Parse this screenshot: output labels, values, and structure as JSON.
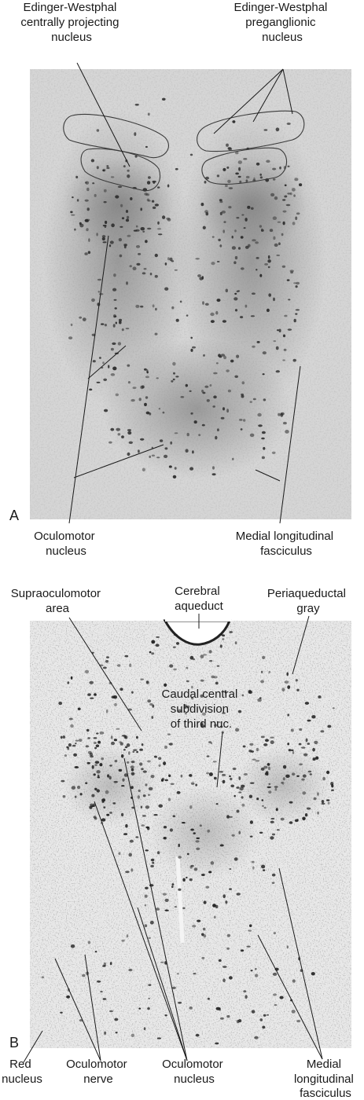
{
  "panel_a": {
    "letter": "A",
    "labels": {
      "ew_central": [
        "Edinger-Westphal",
        "centrally projecting",
        "nucleus"
      ],
      "ew_pregang": [
        "Edinger-Westphal",
        "preganglionic",
        "nucleus"
      ],
      "oculomotor": [
        "Oculomotor",
        "nucleus"
      ],
      "mlf": [
        "Medial longitudinal",
        "fasciculus"
      ]
    }
  },
  "panel_b": {
    "letter": "B",
    "labels": {
      "supraoculomotor": [
        "Supraoculomotor",
        "area"
      ],
      "aqueduct": [
        "Cerebral",
        "aqueduct"
      ],
      "pag": [
        "Periaqueductal",
        "gray"
      ],
      "caudal_central": [
        "Caudal central",
        "subdivision",
        "of third nuc."
      ],
      "red": [
        "Red",
        "nucleus"
      ],
      "oculomotor_nerve": [
        "Oculomotor",
        "nerve"
      ],
      "oculomotor_nucleus": [
        "Oculomotor",
        "nucleus"
      ],
      "mlf": [
        "Medial",
        "longitudinal",
        "fasciculus"
      ]
    }
  }
}
